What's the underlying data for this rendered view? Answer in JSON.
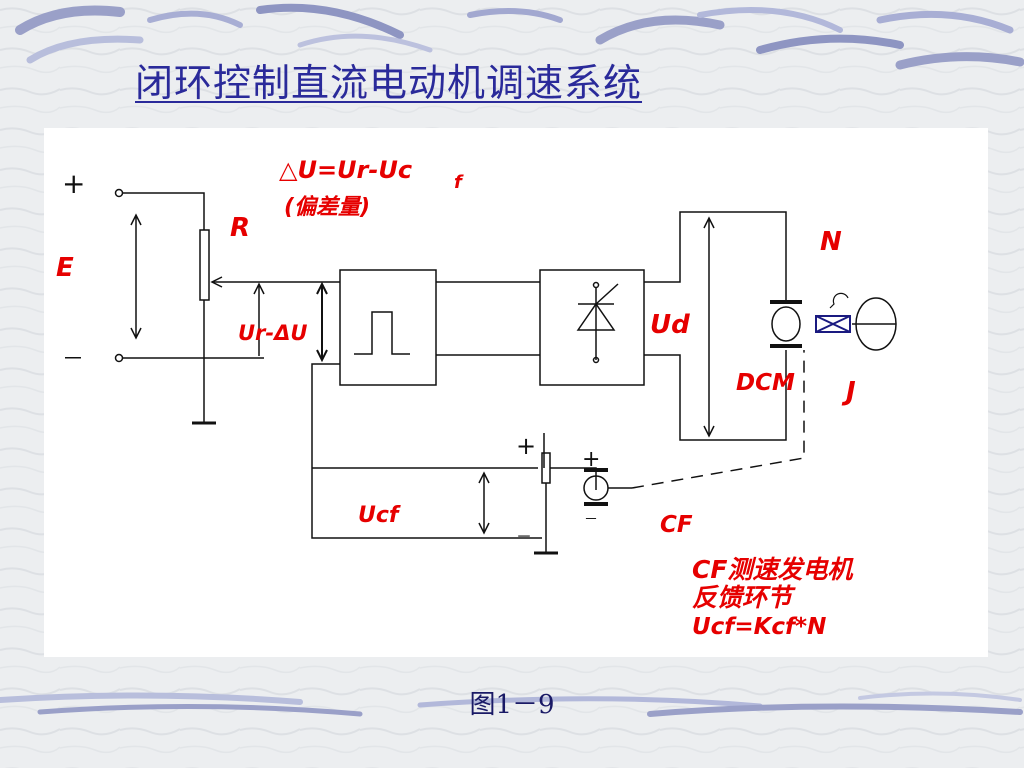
{
  "slide": {
    "title": "闭环控制直流电动机调速系统",
    "caption": "图1－9"
  },
  "labels": {
    "plus": "+",
    "minus": "－",
    "E": "E",
    "R": "R",
    "delta_u": "△U=Ur-Uc",
    "delta_u_sub": "f",
    "deviation": "(偏差量)",
    "ur_du": "Ur-ΔU",
    "ud": "Ud",
    "N": "N",
    "dcm": "DCM",
    "J": "J",
    "ucf": "Ucf",
    "cf": "CF",
    "cf_plus": "+",
    "cf_minus": "－",
    "pot_plus": "+",
    "pot_minus": "－",
    "note_line1": "CF测速发电机",
    "note_line2": "反馈环节",
    "note_line3": "Ucf=Kcf*N"
  },
  "colors": {
    "title": "#2a2a9a",
    "label_red": "#e60000",
    "wire": "#111111",
    "coupling": "#1a1a80"
  }
}
